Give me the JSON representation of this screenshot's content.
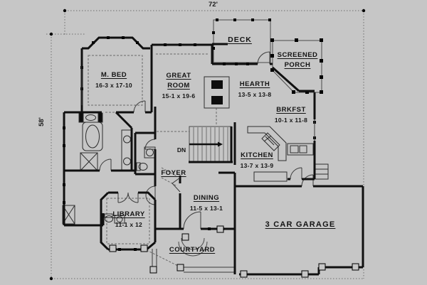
{
  "meta": {
    "type": "architectural floor plan, first floor"
  },
  "colors": {
    "background": "#c6c6c6",
    "wall": "#101010",
    "thin_line": "#2e2e2e",
    "dashed_line": "#6a6a6a"
  },
  "dimensions": {
    "overall_width": "72'",
    "overall_depth": "58'"
  },
  "stairs": {
    "label": "DN"
  },
  "rooms": [
    {
      "id": "deck",
      "line1": "DECK",
      "line2": "",
      "dims": ""
    },
    {
      "id": "screened-porch",
      "line1": "SCREENED",
      "line2": "PORCH",
      "dims": ""
    },
    {
      "id": "master-bedroom",
      "line1": "M. BED",
      "line2": "",
      "dims": "16-3 x 17-10"
    },
    {
      "id": "great-room",
      "line1": "GREAT",
      "line2": "ROOM",
      "dims": "15-1 x 19-6"
    },
    {
      "id": "hearth",
      "line1": "HEARTH",
      "line2": "",
      "dims": "13-5 x 13-8"
    },
    {
      "id": "breakfast",
      "line1": "BRKFST",
      "line2": "",
      "dims": "10-1 x 11-8"
    },
    {
      "id": "kitchen",
      "line1": "KITCHEN",
      "line2": "",
      "dims": "13-7 x 13-9"
    },
    {
      "id": "foyer",
      "line1": "FOYER",
      "line2": "",
      "dims": ""
    },
    {
      "id": "dining",
      "line1": "DINING",
      "line2": "",
      "dims": "11-5 x 13-1"
    },
    {
      "id": "library",
      "line1": "LIBRARY",
      "line2": "",
      "dims": "11-1 x 12"
    },
    {
      "id": "courtyard",
      "line1": "COURTYARD",
      "line2": "",
      "dims": ""
    },
    {
      "id": "garage",
      "line1": "3 CAR GARAGE",
      "line2": "",
      "dims": ""
    }
  ]
}
